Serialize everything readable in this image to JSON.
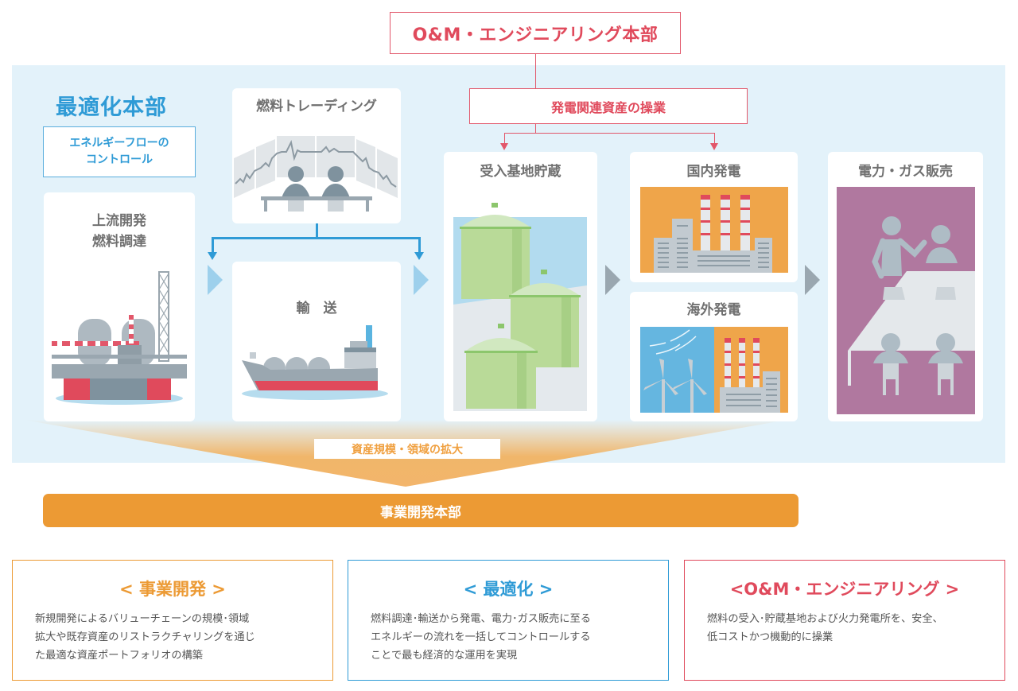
{
  "colors": {
    "om_red": "#e2576a",
    "optimization_blue": "#2f9bd6",
    "bizdev_orange": "#ec9a34",
    "panel_bg": "#e3f2fa",
    "card_title_gray": "#707070"
  },
  "om_division": {
    "title": "O&M・エンジニアリング本部",
    "sub_function": "発電関連資産の操業"
  },
  "optimization_division": {
    "title": "最適化本部",
    "energy_flow_line1": "エネルギーフローの",
    "energy_flow_line2": "コントロール"
  },
  "value_chain": {
    "upstream": {
      "line1": "上流開発",
      "line2": "燃料調達",
      "icon": "offshore-platform"
    },
    "trading": {
      "label": "燃料トレーディング",
      "icon": "trading-desk"
    },
    "transport": {
      "label": "輸　送",
      "icon": "lng-carrier"
    },
    "storage": {
      "label": "受入基地貯蔵",
      "icon": "lng-storage-tanks"
    },
    "domestic_power": {
      "label": "国内発電",
      "icon": "power-plant"
    },
    "overseas_power": {
      "label": "海外発電",
      "icon": "wind-and-power-plant"
    },
    "sales": {
      "label": "電力・ガス販売",
      "icon": "sales-meeting"
    }
  },
  "expansion": {
    "label": "資産規模・領域の拡大"
  },
  "bizdev_division": {
    "title": "事業開発本部"
  },
  "descriptions": [
    {
      "heading": "< 事業開発 >",
      "lines": [
        "新規開発によるバリューチェーンの規模･領域",
        "拡大や既存資産のリストラクチャリングを通じ",
        "た最適な資産ポートフォリオの構築"
      ],
      "color": "#ec9a34"
    },
    {
      "heading": "< 最適化 >",
      "lines": [
        "燃料調達･輸送から発電、電力･ガス販売に至る",
        "エネルギーの流れを一括してコントロールする",
        "ことで最も経済的な運用を実現"
      ],
      "color": "#2f9bd6"
    },
    {
      "heading": "<O&M・エンジニアリング >",
      "lines": [
        "燃料の受入･貯蔵基地および火力発電所を、安全、",
        "低コストかつ機動的に操業"
      ],
      "color": "#e04a5c"
    }
  ]
}
